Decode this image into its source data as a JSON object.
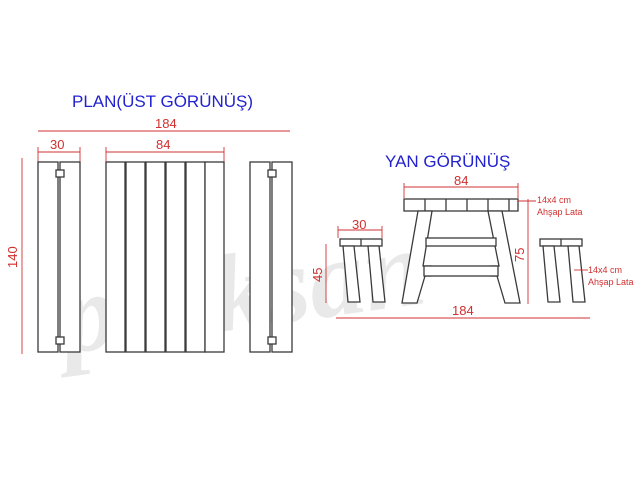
{
  "watermark": "parksan",
  "plan": {
    "title": "PLAN(ÜST GÖRÜNÜŞ)",
    "dim_total_width": "184",
    "dim_bench_width": "30",
    "dim_table_width": "84",
    "dim_length": "140"
  },
  "side": {
    "title": "YAN  GÖRÜNÜŞ",
    "dim_table_top": "84",
    "dim_bench_top": "30",
    "dim_bench_height": "45",
    "dim_table_height": "75",
    "dim_total_width": "184",
    "note_table_size": "14x4 cm",
    "note_table_material": "Ahşap Lata",
    "note_bench_size": "14x4 cm",
    "note_bench_material": "Ahşap Lata"
  },
  "colors": {
    "dimension": "#d03030",
    "title": "#2222d0",
    "line": "#3a3a3a",
    "watermark": "#e9e9e9"
  }
}
